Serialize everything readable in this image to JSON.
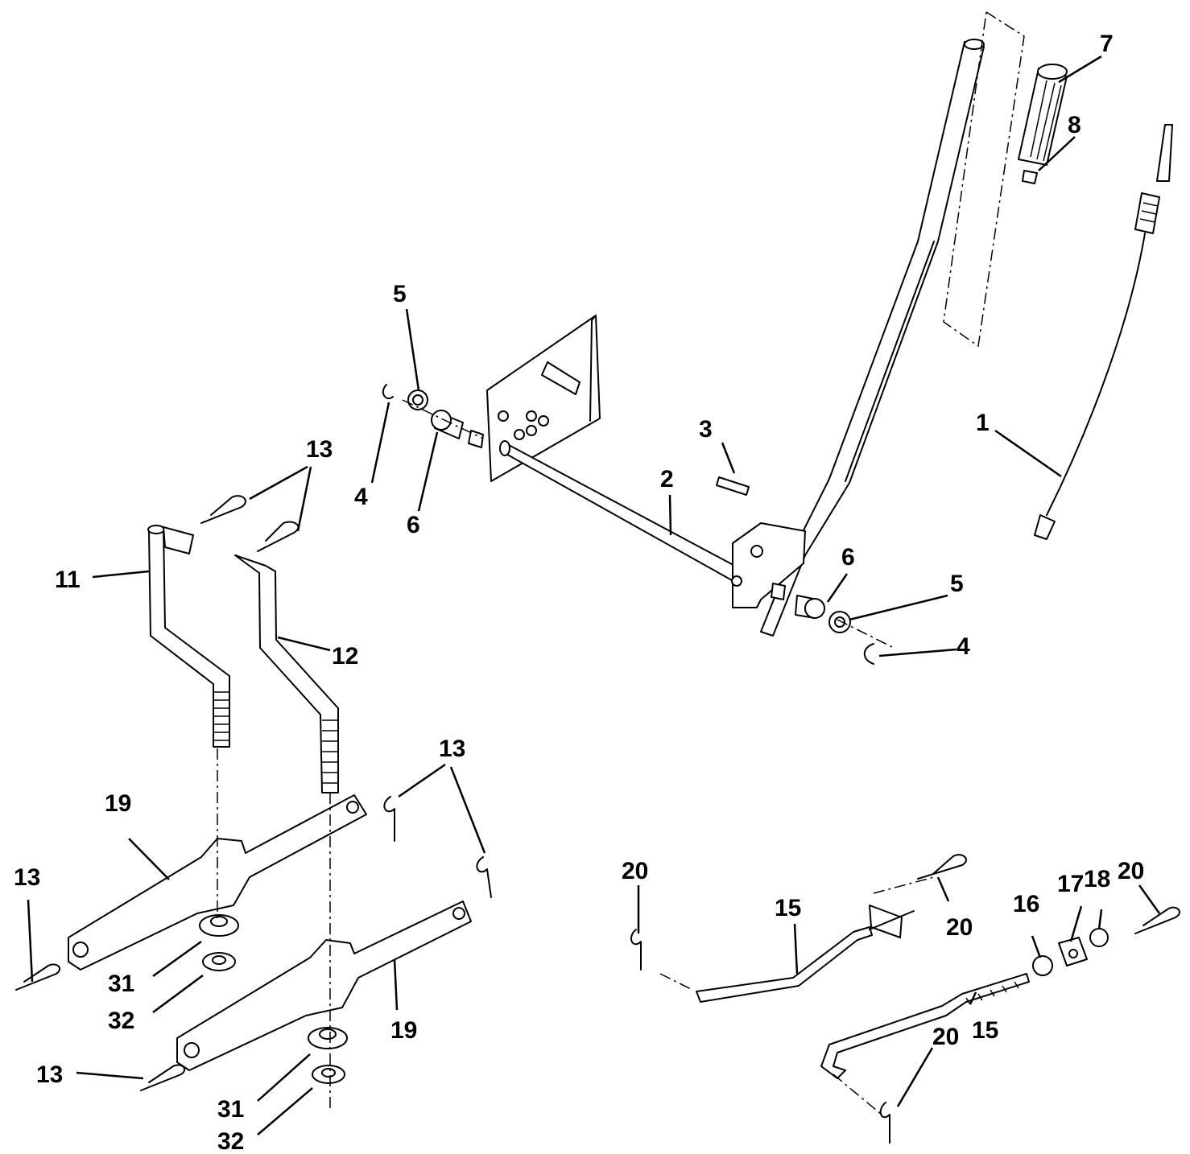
{
  "callouts": {
    "c1": "1",
    "c2": "2",
    "c3": "3",
    "c4a": "4",
    "c4b": "4",
    "c5a": "5",
    "c5b": "5",
    "c6a": "6",
    "c6b": "6",
    "c7": "7",
    "c8": "8",
    "c11": "11",
    "c12": "12",
    "c13a": "13",
    "c13b": "13",
    "c13c": "13",
    "c13d": "13",
    "c15a": "15",
    "c15b": "15",
    "c16": "16",
    "c17": "17",
    "c18": "18",
    "c19a": "19",
    "c19b": "19",
    "c20a": "20",
    "c20b": "20",
    "c20c": "20",
    "c20d": "20",
    "c31a": "31",
    "c31b": "31",
    "c32a": "32",
    "c32b": "32"
  }
}
